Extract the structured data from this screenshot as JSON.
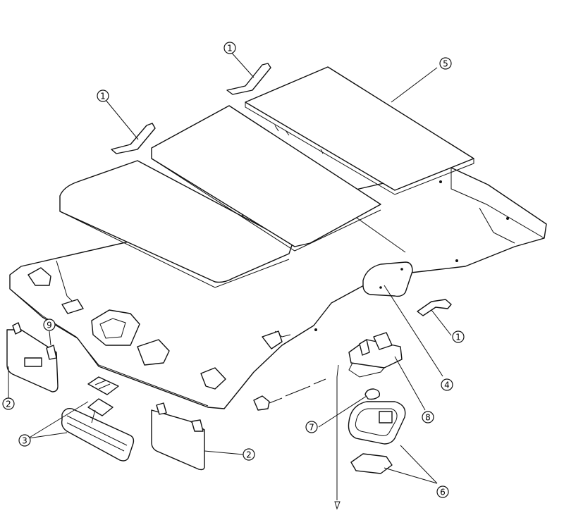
{
  "callouts": [
    {
      "id": "c1a",
      "label": "1"
    },
    {
      "id": "c1b",
      "label": "1"
    },
    {
      "id": "c1c",
      "label": "1"
    },
    {
      "id": "c2a",
      "label": "2"
    },
    {
      "id": "c2b",
      "label": "2"
    },
    {
      "id": "c3",
      "label": "3"
    },
    {
      "id": "c4",
      "label": "4"
    },
    {
      "id": "c5",
      "label": "5"
    },
    {
      "id": "c6",
      "label": "6"
    },
    {
      "id": "c7",
      "label": "7"
    },
    {
      "id": "c8",
      "label": "8"
    },
    {
      "id": "c9",
      "label": "9"
    }
  ]
}
